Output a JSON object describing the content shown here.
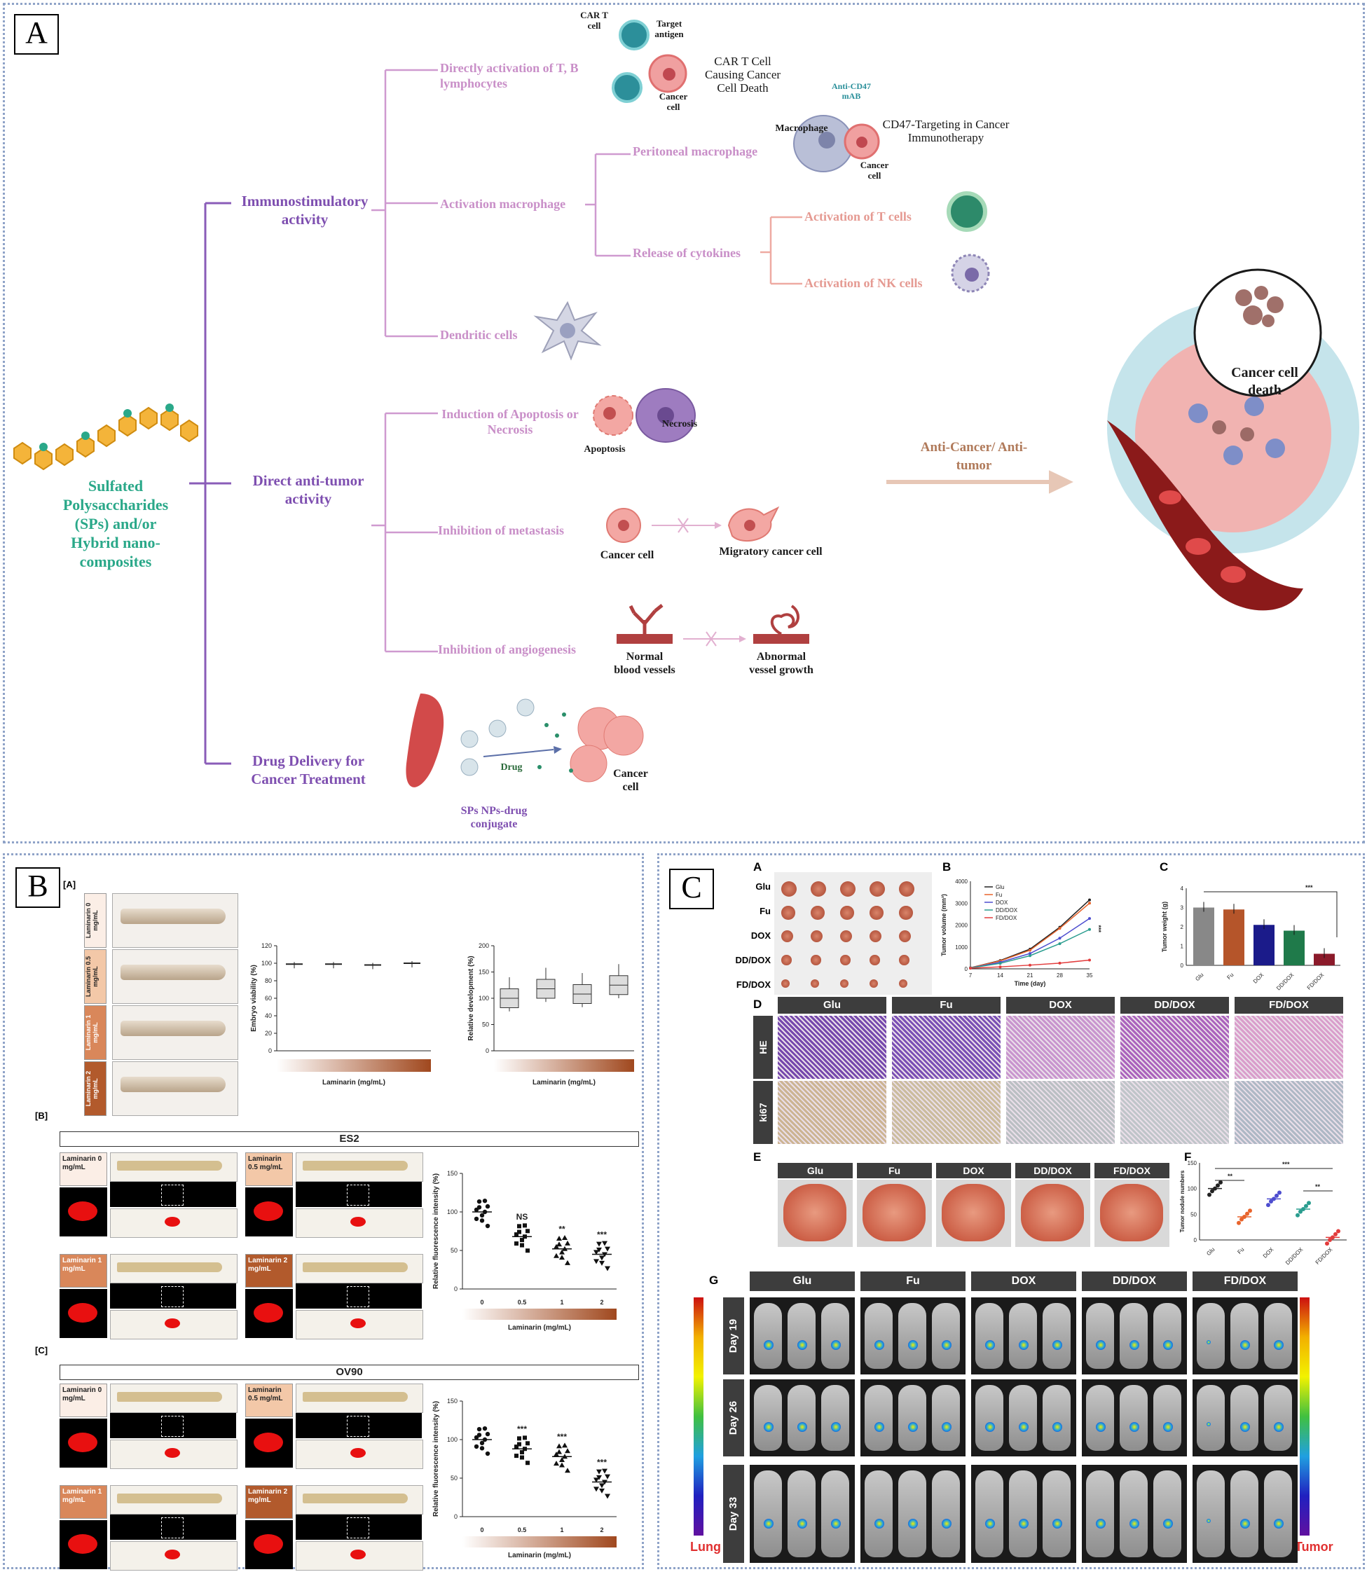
{
  "panelA": {
    "letter": "A",
    "source_label": "Sulfated Polysaccharides (SPs) and/or Hybrid nano-composites",
    "branches": {
      "immuno": "Immunostimulatory activity",
      "direct": "Direct anti-tumor activity",
      "drug": "Drug Delivery for Cancer Treatment"
    },
    "sub": {
      "direct_activation": "Directly activation of T, B lymphocytes",
      "activation_macrophage": "Activation macrophage",
      "peritoneal": "Peritoneal macrophage",
      "release_cytokines": "Release of cytokines",
      "act_t": "Activation of T cells",
      "act_nk": "Activation of NK cells",
      "dendritic": "Dendritic cells",
      "apoptosis_necrosis": "Induction of Apoptosis or Necrosis",
      "metastasis": "Inhibition of metastasis",
      "angiogenesis": "Inhibition of angiogenesis"
    },
    "annotations": {
      "car_t": "CAR T cell",
      "target_antigen": "Target antigen",
      "car_t_death": "CAR T Cell Causing Cancer Cell Death",
      "cancer_cell": "Cancer cell",
      "anti_cd47": "Anti-CD47 mAB",
      "macrophage": "Macrophage",
      "cd47_targeting": "CD47-Targeting in Cancer Immunotherapy",
      "necrosis": "Necrosis",
      "apoptosis": "Apoptosis",
      "migratory": "Migratory cancer cell",
      "normal_vessels": "Normal blood vessels",
      "abnormal_vessels": "Abnormal vessel growth",
      "drug": "Drug",
      "sps_conjugate": "SPs NPs-drug conjugate",
      "anti_cancer": "Anti-Cancer/ Anti-tumor",
      "cancer_cell_death": "Cancer cell death"
    }
  },
  "panelB": {
    "letter": "B",
    "sub_a": "[A]",
    "sub_b": "[B]",
    "sub_c": "[C]",
    "conditions": [
      "Laminarin 0 mg/mL",
      "Laminarin 0.5 mg/mL",
      "Laminarin 1 mg/mL",
      "Laminarin 2 mg/mL"
    ],
    "row_header_es2": "ES2",
    "row_header_ov90": "OV90",
    "xlabel": "Laminarin (mg/mL)",
    "ylabel_viability": "Embryo viability (%)",
    "ylabel_development": "Relative development (%)",
    "ylabel_fluor": "Relative fluorescence intensity (%)",
    "ticks_x": [
      "0",
      "0.5",
      "1",
      "2"
    ]
  },
  "panelC": {
    "letter": "C",
    "groups": [
      "Glu",
      "Fu",
      "DOX",
      "DD/DOX",
      "FD/DOX"
    ],
    "sublabels": {
      "A": "A",
      "B": "B",
      "C": "C",
      "D": "D",
      "E": "E",
      "F": "F",
      "G": "G"
    },
    "rows_d": [
      "HE",
      "ki67"
    ],
    "days": [
      "Day 19",
      "Day 26",
      "Day 33"
    ],
    "volume_ylabel": "Tumor volume (mm³)",
    "volume_xlabel": "Time (day)",
    "weight_ylabel": "Tumor weight (g)",
    "nodule_ylabel": "Tumor nodule numbers",
    "lung": "Lung",
    "tumor": "Tumor",
    "sig3": "***",
    "sig2": "**"
  },
  "chart_data": [
    {
      "type": "line",
      "title": "",
      "xlabel": "Time (day)",
      "ylabel": "Tumor volume (mm³)",
      "x": [
        7,
        14,
        21,
        28,
        35
      ],
      "ylim": [
        0,
        4000
      ],
      "series": [
        {
          "name": "Glu",
          "values": [
            50,
            380,
            900,
            1900,
            3150
          ],
          "color": "#222222"
        },
        {
          "name": "Fu",
          "values": [
            50,
            360,
            850,
            1850,
            3000
          ],
          "color": "#e8642c"
        },
        {
          "name": "DOX",
          "values": [
            40,
            300,
            700,
            1400,
            2300
          ],
          "color": "#4d4dcf"
        },
        {
          "name": "DD/DOX",
          "values": [
            40,
            250,
            600,
            1150,
            1800
          ],
          "color": "#2a9d8f"
        },
        {
          "name": "FD/DOX",
          "values": [
            30,
            90,
            170,
            260,
            400
          ],
          "color": "#e23c3c"
        }
      ]
    },
    {
      "type": "bar",
      "title": "",
      "xlabel": "",
      "ylabel": "Tumor weight (g)",
      "categories": [
        "Glu",
        "Fu",
        "DOX",
        "DD/DOX",
        "FD/DOX"
      ],
      "values": [
        3.0,
        2.9,
        2.1,
        1.8,
        0.6
      ],
      "ylim": [
        0,
        4
      ],
      "colors": [
        "#888888",
        "#b5552a",
        "#1b1b8a",
        "#1f7a4a",
        "#8b1a2a"
      ]
    },
    {
      "type": "scatter",
      "title": "",
      "xlabel": "Laminarin (mg/mL)",
      "ylabel": "Embryo viability (%)",
      "categories": [
        "0",
        "0.5",
        "1",
        "2"
      ],
      "values": [
        99,
        99,
        98,
        100
      ],
      "ylim": [
        0,
        120
      ]
    },
    {
      "type": "box",
      "title": "",
      "xlabel": "Laminarin (mg/mL)",
      "ylabel": "Relative development (%)",
      "categories": [
        "0",
        "0.5",
        "1",
        "2"
      ],
      "values": [
        100,
        118,
        108,
        125
      ],
      "ylim": [
        0,
        200
      ]
    },
    {
      "type": "scatter",
      "title": "ES2",
      "xlabel": "Laminarin (mg/mL)",
      "ylabel": "Relative fluorescence intensity (%)",
      "categories": [
        "0",
        "0.5",
        "1",
        "2"
      ],
      "values": [
        100,
        68,
        52,
        45
      ],
      "annotations": [
        "",
        "NS",
        "**",
        "***"
      ],
      "ylim": [
        0,
        150
      ]
    },
    {
      "type": "scatter",
      "title": "OV90",
      "xlabel": "Laminarin (mg/mL)",
      "ylabel": "Relative fluorescence intensity (%)",
      "categories": [
        "0",
        "0.5",
        "1",
        "2"
      ],
      "values": [
        100,
        88,
        78,
        45
      ],
      "annotations": [
        "",
        "***",
        "***",
        "***"
      ],
      "ylim": [
        0,
        150
      ]
    },
    {
      "type": "scatter",
      "title": "",
      "xlabel": "",
      "ylabel": "Tumor nodule numbers",
      "categories": [
        "Glu",
        "Fu",
        "DOX",
        "DD/DOX",
        "FD/DOX"
      ],
      "values": [
        100,
        45,
        80,
        60,
        5
      ],
      "ylim": [
        0,
        150
      ]
    }
  ]
}
